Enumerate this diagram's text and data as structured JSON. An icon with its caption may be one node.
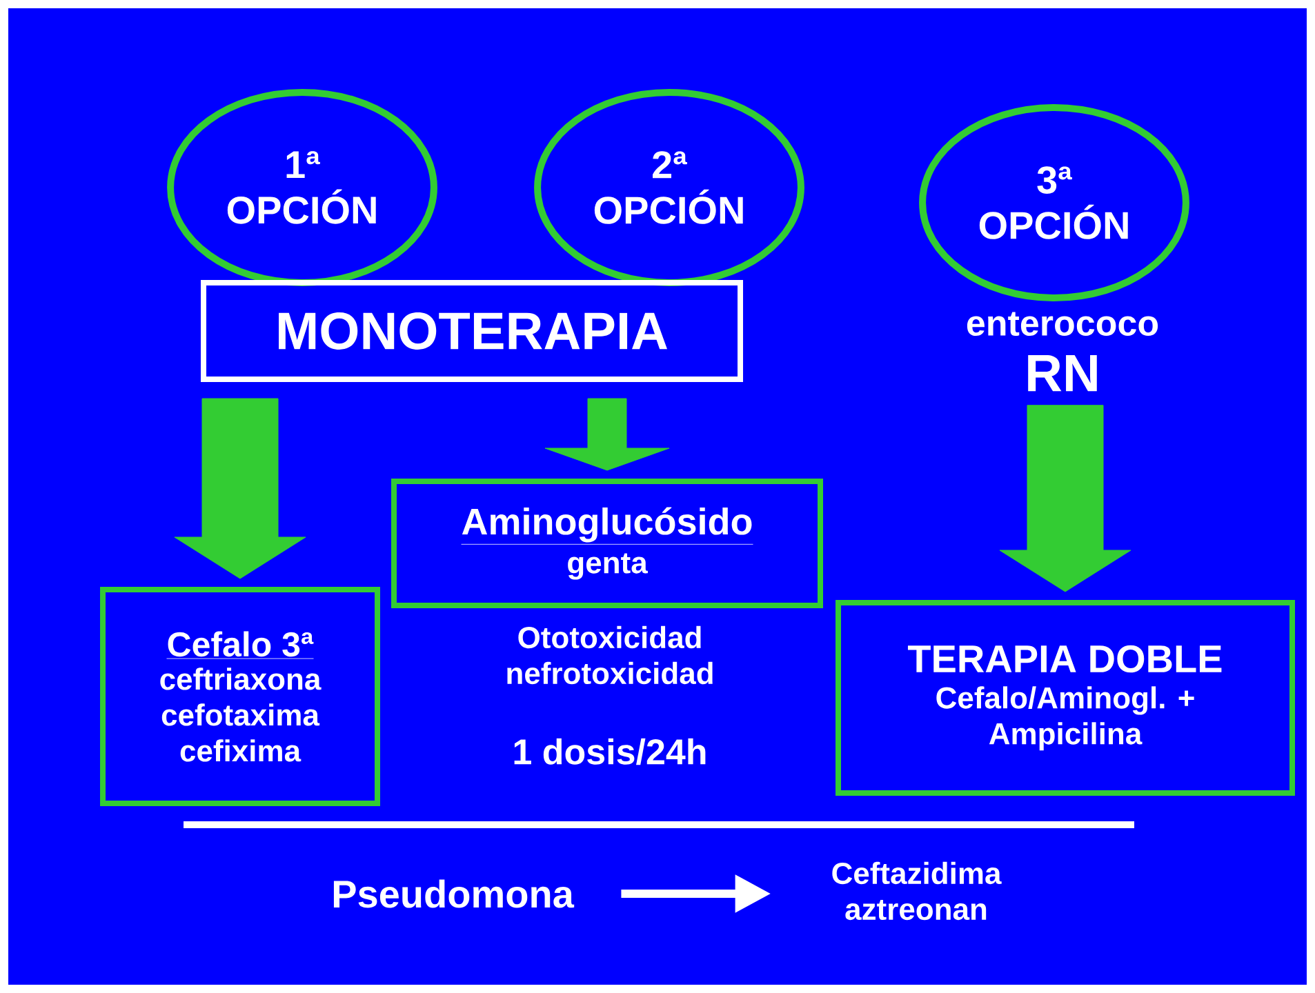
{
  "diagram": {
    "nodes": [
      {
        "text": [
          "1ª OPCIÓN"
        ]
      },
      {
        "text": [
          "2ª OPCIÓN"
        ]
      },
      {
        "text": [
          "3ª OPCIÓN"
        ]
      },
      {
        "text": [
          "MONOTERAPIA"
        ]
      },
      {
        "text": [
          "Cefalo 3ª",
          "ceftriaxona cefotaxima cefixima"
        ]
      },
      {
        "text": [
          "Aminoglucósido",
          "genta"
        ],
        "beside": [
          "Ototoxicidad nefrotoxicidad",
          "1 dosis/24h"
        ]
      },
      {
        "text": [
          "enterococo",
          "RN"
        ]
      },
      {
        "text": [
          "TERAPIA DOBLE",
          "Cefalo/Aminogl. + Ampicilina"
        ]
      },
      {
        "text": [
          "Pseudomona"
        ]
      },
      {
        "text": [
          "Ceftazidima aztreonan"
        ]
      }
    ],
    "edges": [
      {
        "from": 3,
        "to": 4,
        "arrow": "to",
        "style": "thick"
      },
      {
        "from": 3,
        "to": 5,
        "arrow": "to",
        "style": "thick"
      },
      {
        "from": 6,
        "to": 7,
        "arrow": "to",
        "style": "thick"
      },
      {
        "from": 8,
        "to": 9,
        "arrow": "to",
        "color": "#ffffff"
      }
    ]
  }
}
